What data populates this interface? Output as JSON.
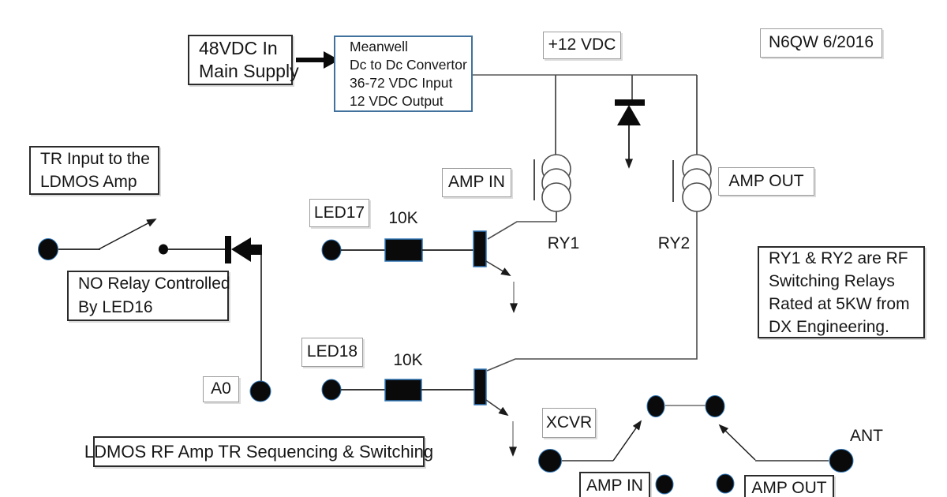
{
  "stamp": {
    "author": "N6QW 6/2016"
  },
  "title_block": {
    "title": "LDMOS RF Amp TR Sequencing & Switching"
  },
  "colors": {
    "accent_blue": "#2e75b6",
    "converter_border_blue": "#41719c",
    "wire_dark": "#4d4d4d",
    "wire_gray": "#a6a6a6",
    "component_fill": "#0a0a0a"
  },
  "power": {
    "supply_box": [
      "48VDC In",
      "Main Supply"
    ],
    "converter_box": [
      "Meanwell",
      "Dc to Dc Convertor",
      "36-72 VDC Input",
      "12 VDC Output"
    ],
    "rail_label": "+12 VDC"
  },
  "tr_chain": {
    "input_box": [
      "TR Input to the",
      "LDMOS Amp"
    ],
    "switch_note_box": [
      "NO Relay Controlled",
      "By LED16"
    ],
    "output_terminal": "A0"
  },
  "driver17": {
    "led": "LED17",
    "resistor": "10K",
    "relay": "RY1",
    "relay_port": "AMP IN"
  },
  "driver18": {
    "led": "LED18",
    "resistor": "10K",
    "relay": "RY2",
    "relay_port": "AMP OUT"
  },
  "relay_note_box": [
    "RY1 & RY2 are RF",
    "Switching Relays",
    "Rated at 5KW from",
    "DX Engineering."
  ],
  "rf_path": {
    "xcvr": "XCVR",
    "amp_in": "AMP IN",
    "amp_out": "AMP OUT",
    "ant": "ANT"
  }
}
